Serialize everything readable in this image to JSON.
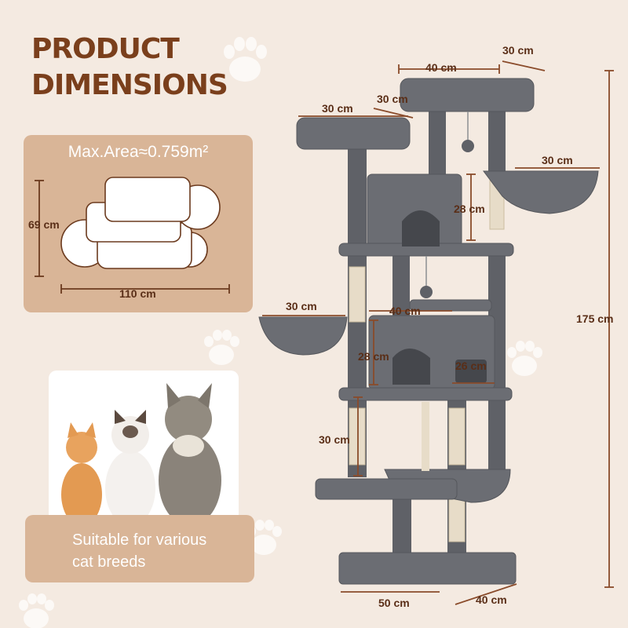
{
  "heading": {
    "line1": "PRODUCT",
    "line2": "DIMENSIONS"
  },
  "area_card": {
    "title": "Max.Area≈0.759m²",
    "height_label": "69 cm",
    "width_label": "110 cm"
  },
  "breeds_card": {
    "line1": "Suitable for various",
    "line2": "cat breeds"
  },
  "dimensions": {
    "top_perch_width": "40 cm",
    "top_perch_depth": "30 cm",
    "left_perch_width": "30 cm",
    "left_perch_depth": "30 cm",
    "upper_basket": "30 cm",
    "upper_condo_height": "28 cm",
    "total_height": "175 cm",
    "lower_basket": "30 cm",
    "middle_platform": "40 cm",
    "lower_condo_height": "28 cm",
    "lower_condo_opening": "26 cm",
    "lower_post_height": "30 cm",
    "base_width": "50 cm",
    "base_depth": "40 cm"
  },
  "colors": {
    "background": "#f4eae1",
    "accent_card": "#d9b597",
    "heading": "#7a3f1c",
    "dimension_line": "#8a4b2a",
    "plush": "#5f6167",
    "sisal": "#e7dcc8"
  }
}
